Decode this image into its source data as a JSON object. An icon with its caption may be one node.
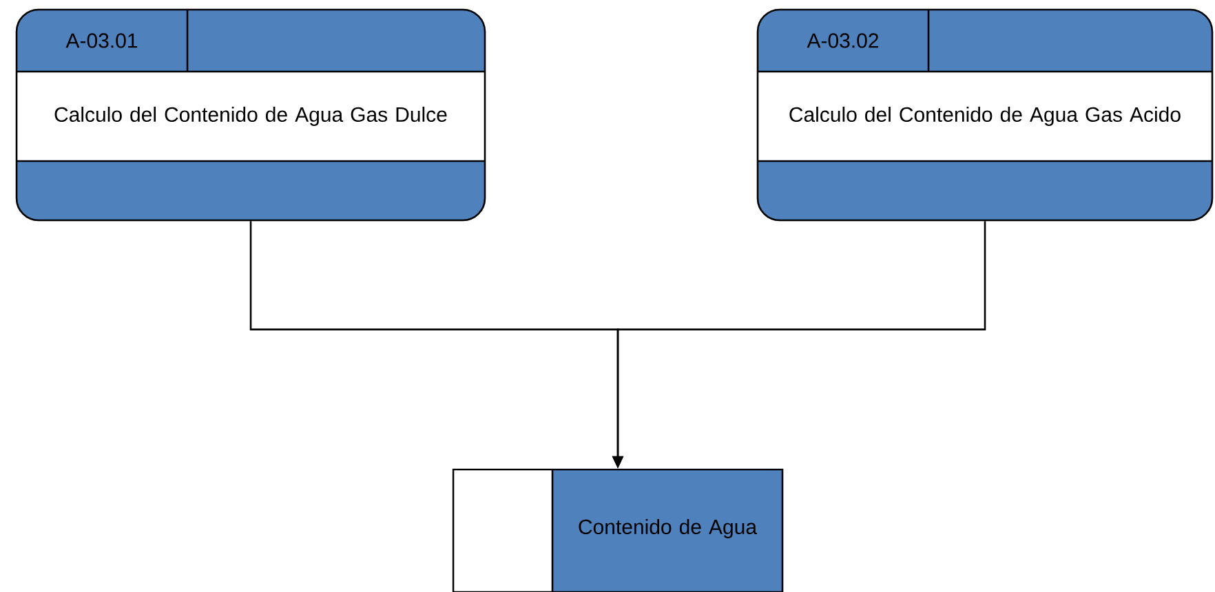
{
  "diagram": {
    "nodes": [
      {
        "text": [
          "A-03.01",
          "Calculo del Contenido de Agua Gas Dulce"
        ]
      },
      {
        "text": [
          "A-03.02",
          "Calculo del Contenido de Agua Gas Acido"
        ]
      },
      {
        "text": [
          "Contenido de Agua"
        ]
      }
    ],
    "edges": [
      {
        "from": 0,
        "to": 2,
        "arrow": "to"
      },
      {
        "from": 1,
        "to": 2,
        "arrow": "to"
      }
    ]
  }
}
